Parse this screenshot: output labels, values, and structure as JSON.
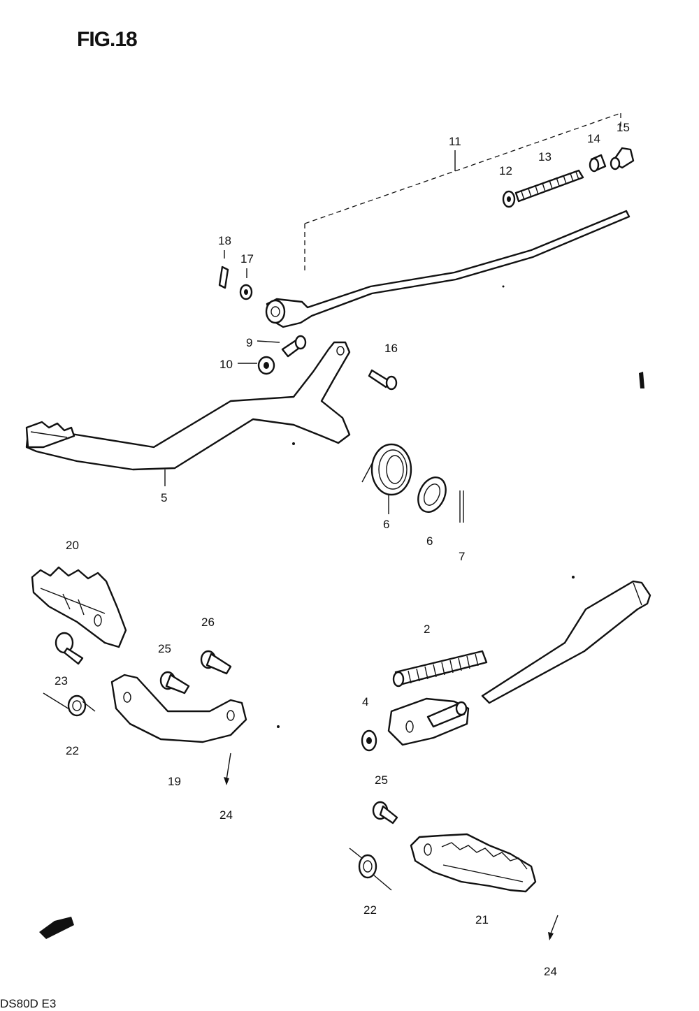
{
  "figure": {
    "title": "FIG.18",
    "footer": "DS80D E3"
  },
  "callouts": [
    {
      "id": "c11",
      "text": "11"
    },
    {
      "id": "c12",
      "text": "12"
    },
    {
      "id": "c13",
      "text": "13"
    },
    {
      "id": "c14",
      "text": "14"
    },
    {
      "id": "c15",
      "text": "15"
    },
    {
      "id": "c18",
      "text": "18"
    },
    {
      "id": "c17",
      "text": "17"
    },
    {
      "id": "c9",
      "text": "9"
    },
    {
      "id": "c10",
      "text": "10"
    },
    {
      "id": "c16",
      "text": "16"
    },
    {
      "id": "c5",
      "text": "5"
    },
    {
      "id": "c6a",
      "text": "6"
    },
    {
      "id": "c6b",
      "text": "6"
    },
    {
      "id": "c7",
      "text": "7"
    },
    {
      "id": "c20",
      "text": "20"
    },
    {
      "id": "c26",
      "text": "26"
    },
    {
      "id": "c25",
      "text": "25"
    },
    {
      "id": "c23",
      "text": "23"
    },
    {
      "id": "c22a",
      "text": "22"
    },
    {
      "id": "c19",
      "text": "19"
    },
    {
      "id": "c24a",
      "text": "24"
    },
    {
      "id": "c2",
      "text": "2"
    },
    {
      "id": "c4",
      "text": "4"
    },
    {
      "id": "c25b",
      "text": "25"
    },
    {
      "id": "c22b",
      "text": "22"
    },
    {
      "id": "c21",
      "text": "21"
    },
    {
      "id": "c24b",
      "text": "24"
    }
  ]
}
